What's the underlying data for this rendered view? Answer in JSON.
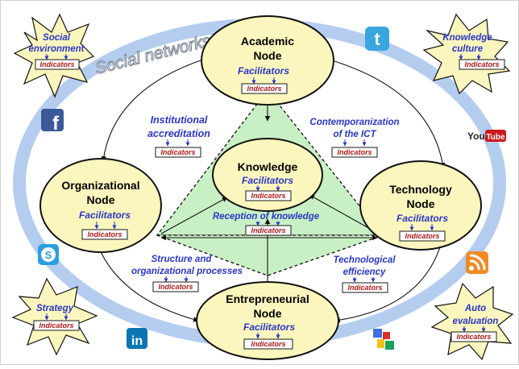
{
  "network_label": "Social networks",
  "nodes": {
    "academic": {
      "title1": "Academic",
      "title2": "Node",
      "facilitators": "Facilitators",
      "indicators": "Indicators"
    },
    "organizational": {
      "title1": "Organizational",
      "title2": "Node",
      "facilitators": "Facilitators",
      "indicators": "Indicators"
    },
    "technology": {
      "title1": "Technology",
      "title2": "Node",
      "facilitators": "Facilitators",
      "indicators": "Indicators"
    },
    "entrepreneurial": {
      "title1": "Entrepreneurial",
      "title2": "Node",
      "facilitators": "Facilitators",
      "indicators": "Indicators"
    },
    "knowledge": {
      "title": "Knowledge",
      "facilitators": "Facilitators",
      "indicators": "Indicators"
    }
  },
  "links": {
    "institutional": {
      "line1": "Institutional",
      "line2": "accreditation",
      "indicators": "Indicators"
    },
    "contemporanization": {
      "line1": "Contemporanization",
      "line2": "of the ICT",
      "indicators": "Indicators"
    },
    "reception": {
      "line1": "Reception of knowledge",
      "indicators": "Indicators"
    },
    "structure": {
      "line1": "Structure and",
      "line2": "organizational processes",
      "indicators": "Indicators"
    },
    "efficiency": {
      "line1": "Technological",
      "line2": "efficiency",
      "indicators": "Indicators"
    }
  },
  "corners": {
    "social": {
      "line1": "Social",
      "line2": "environment",
      "indicators": "Indicators"
    },
    "culture": {
      "line1": "Knowledge",
      "line2": "culture",
      "indicators": "Indicators"
    },
    "strategy": {
      "line1": "Strategy",
      "indicators": "Indicators"
    },
    "auto": {
      "line1": "Auto",
      "line2": "evaluation",
      "indicators": "Indicators"
    }
  },
  "icons": {
    "facebook": {
      "name": "facebook-icon",
      "glyph": "f",
      "color": "#3b5998"
    },
    "twitter": {
      "name": "twitter-icon",
      "glyph": "t",
      "color": "#3aa6e0"
    },
    "youtube": {
      "name": "youtube-icon",
      "glyph_you": "You",
      "glyph_tube": "Tube",
      "color": "#cc181e"
    },
    "skype": {
      "name": "skype-icon",
      "glyph": "S",
      "color": "#2a9fe0"
    },
    "rss": {
      "name": "rss-icon",
      "color": "#f08a24"
    },
    "linkedin": {
      "name": "linkedin-icon",
      "glyph": "in",
      "color": "#0b76b2"
    },
    "google": {
      "name": "google-icon",
      "color_blue": "#3d6fe0",
      "color_red": "#d9302c",
      "color_yellow": "#f4bd1c",
      "color_green": "#1ea05a"
    }
  },
  "colors": {
    "node_fill": "#fbf6bd",
    "triangle_fill": "#c9f0c5",
    "ring": "#a7c4ec",
    "label_blue": "#2a36c8",
    "indicator_red": "#b01818"
  }
}
